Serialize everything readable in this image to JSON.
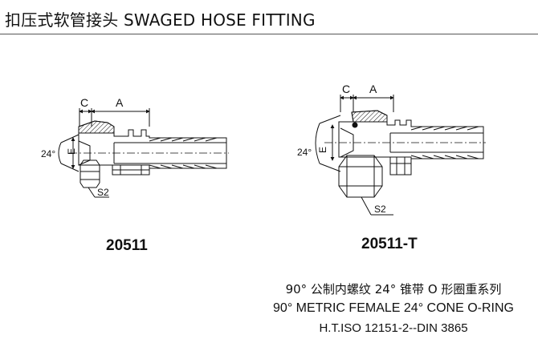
{
  "header": {
    "title": "扣压式软管接头 SWAGED HOSE FITTING"
  },
  "fitting_left": {
    "label_c": "C",
    "label_a": "A",
    "label_angle": "24°",
    "label_e": "E",
    "label_s2": "S2",
    "part_number": "20511"
  },
  "fitting_right": {
    "label_c": "C",
    "label_a": "A",
    "label_angle": "24°",
    "label_e": "E",
    "label_s2": "S2",
    "part_number": "20511-T"
  },
  "description": {
    "line_cn": "90° 公制内螺纹 24° 锥带 O 形圈重系列",
    "line_en": "90° METRIC FEMALE 24° CONE O-RING",
    "line_std": "H.T.ISO 12151-2--DIN 3865"
  }
}
